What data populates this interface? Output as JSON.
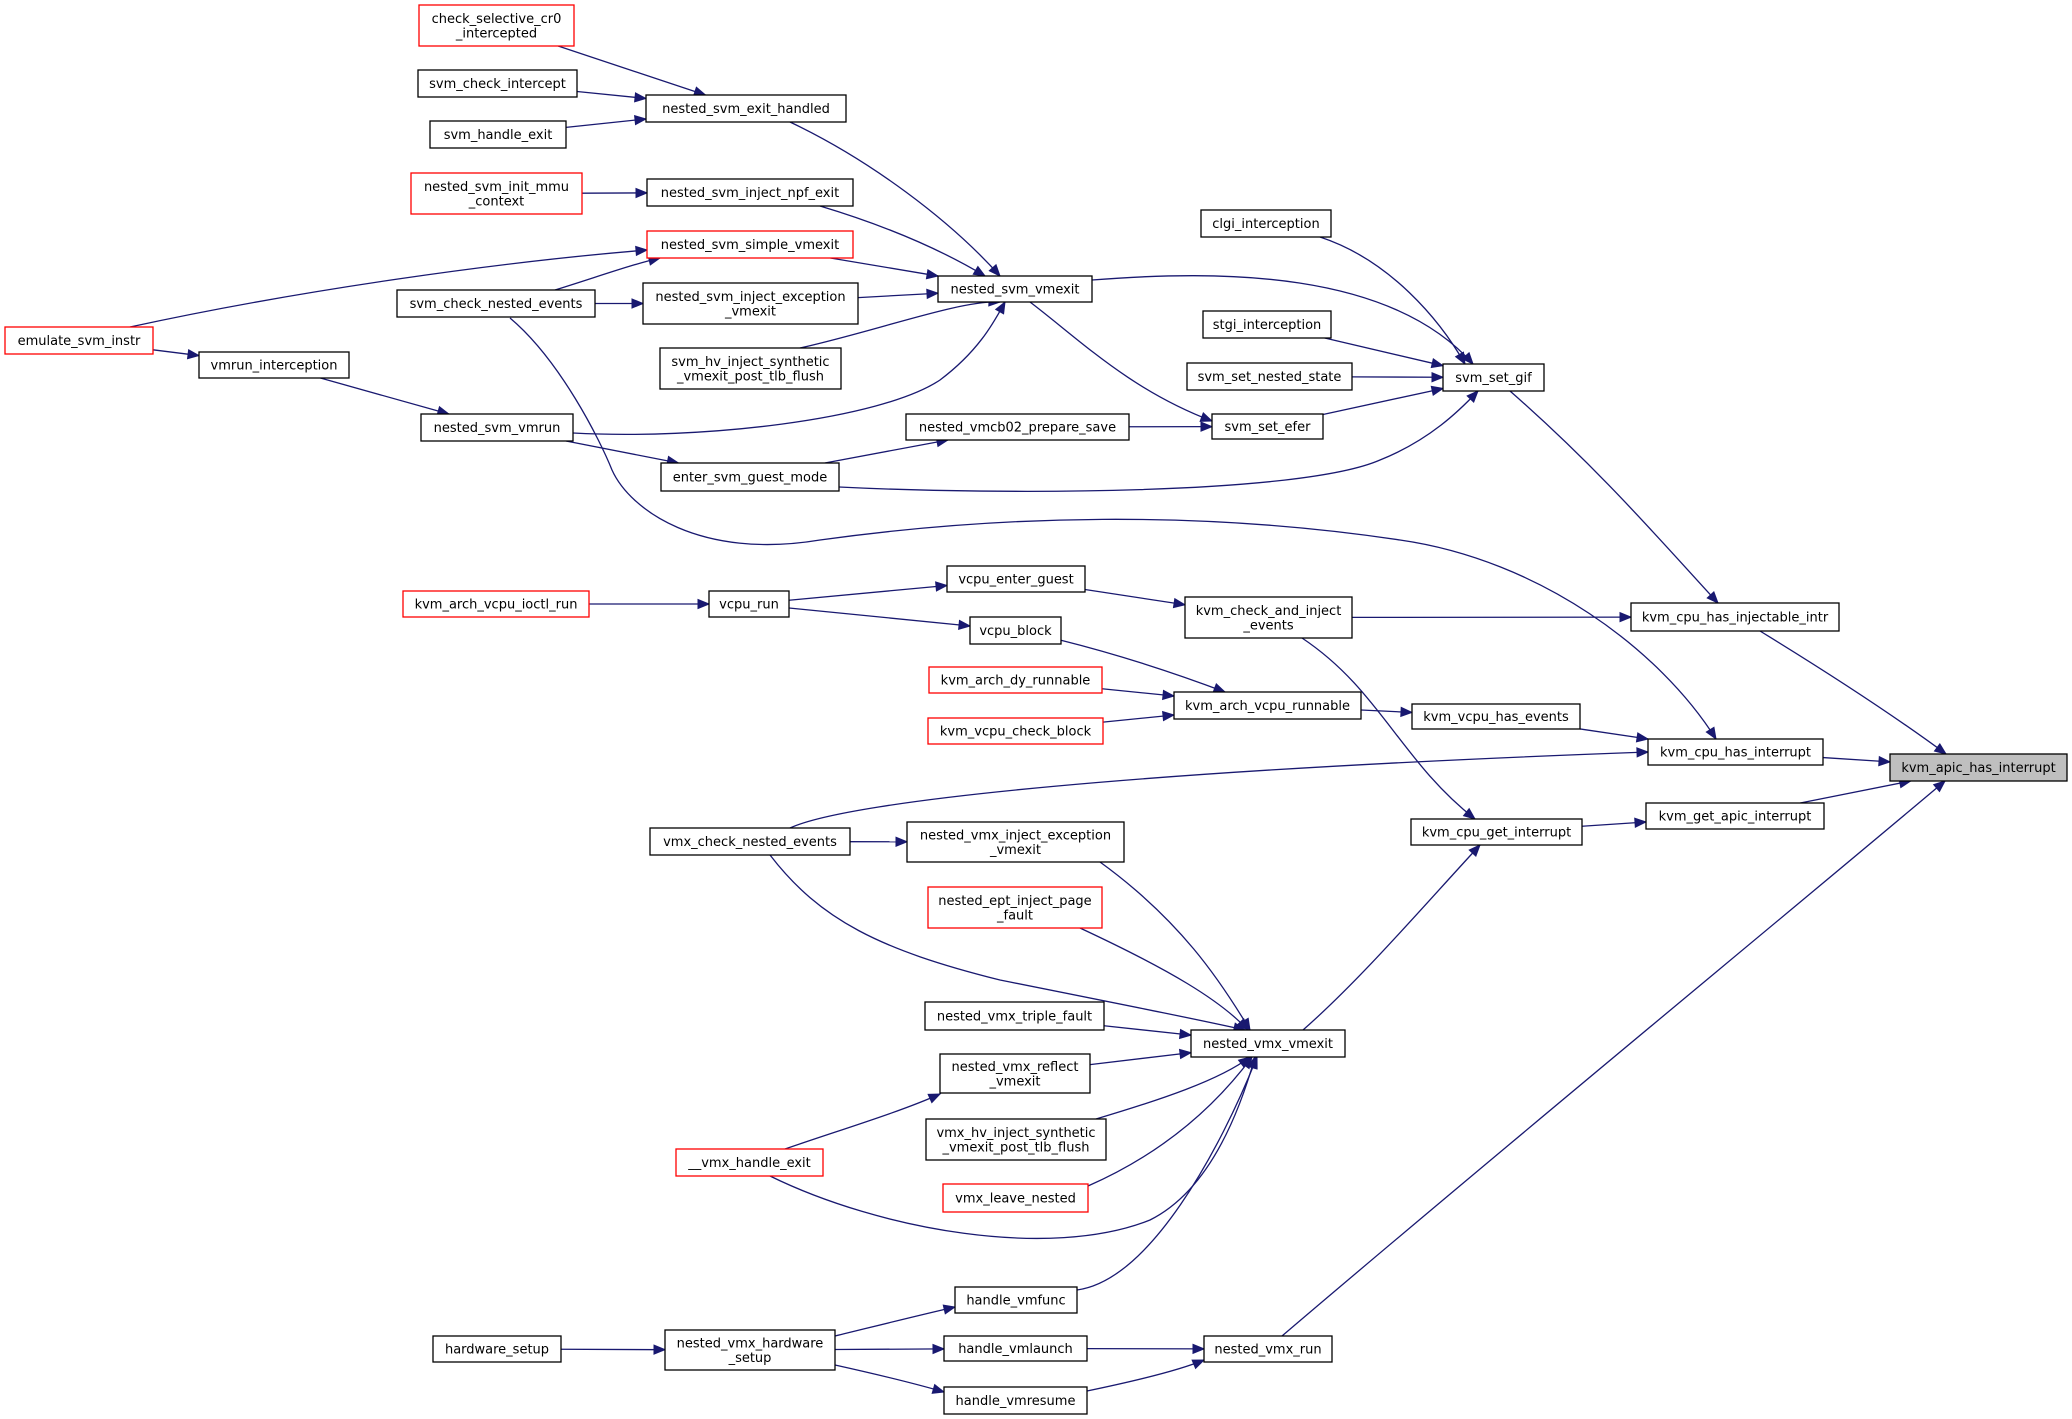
{
  "colors": {
    "edge": "#191970",
    "normal_border": "#000000",
    "red_border": "#ff0000",
    "root_fill": "#bfbfbf"
  },
  "nodes": {
    "root": {
      "lines": [
        "kvm_apic_has_interrupt"
      ],
      "style": "root"
    },
    "kvm_cpu_has_injectable_intr": {
      "lines": [
        "kvm_cpu_has_injectable_intr"
      ],
      "style": "normal"
    },
    "kvm_cpu_has_interrupt": {
      "lines": [
        "kvm_cpu_has_interrupt"
      ],
      "style": "normal"
    },
    "kvm_get_apic_interrupt": {
      "lines": [
        "kvm_get_apic_interrupt"
      ],
      "style": "normal"
    },
    "nested_vmx_run": {
      "lines": [
        "nested_vmx_run"
      ],
      "style": "normal"
    },
    "svm_set_gif": {
      "lines": [
        "svm_set_gif"
      ],
      "style": "normal"
    },
    "kvm_check_and_inject_events": {
      "lines": [
        "kvm_check_and_inject",
        "_events"
      ],
      "style": "normal"
    },
    "kvm_vcpu_has_events": {
      "lines": [
        "kvm_vcpu_has_events"
      ],
      "style": "normal"
    },
    "kvm_cpu_get_interrupt": {
      "lines": [
        "kvm_cpu_get_interrupt"
      ],
      "style": "normal"
    },
    "clgi_interception": {
      "lines": [
        "clgi_interception"
      ],
      "style": "normal"
    },
    "stgi_interception": {
      "lines": [
        "stgi_interception"
      ],
      "style": "normal"
    },
    "svm_set_nested_state": {
      "lines": [
        "svm_set_nested_state"
      ],
      "style": "normal"
    },
    "svm_set_efer": {
      "lines": [
        "svm_set_efer"
      ],
      "style": "normal"
    },
    "nested_svm_vmexit": {
      "lines": [
        "nested_svm_vmexit"
      ],
      "style": "normal"
    },
    "nested_vmcb02_prepare_save": {
      "lines": [
        "nested_vmcb02_prepare_save"
      ],
      "style": "normal"
    },
    "enter_svm_guest_mode": {
      "lines": [
        "enter_svm_guest_mode"
      ],
      "style": "normal"
    },
    "nested_svm_exit_handled": {
      "lines": [
        "nested_svm_exit_handled"
      ],
      "style": "normal"
    },
    "check_selective_cr0": {
      "lines": [
        "check_selective_cr0",
        "_intercepted"
      ],
      "style": "red"
    },
    "svm_check_intercept": {
      "lines": [
        "svm_check_intercept"
      ],
      "style": "normal"
    },
    "svm_handle_exit": {
      "lines": [
        "svm_handle_exit"
      ],
      "style": "normal"
    },
    "nested_svm_inject_npf_exit": {
      "lines": [
        "nested_svm_inject_npf_exit"
      ],
      "style": "normal"
    },
    "nested_svm_init_mmu_context": {
      "lines": [
        "nested_svm_init_mmu",
        "_context"
      ],
      "style": "red"
    },
    "nested_svm_simple_vmexit": {
      "lines": [
        "nested_svm_simple_vmexit"
      ],
      "style": "red"
    },
    "nested_svm_inject_exception_vmexit": {
      "lines": [
        "nested_svm_inject_exception",
        "_vmexit"
      ],
      "style": "normal"
    },
    "svm_hv_inject_synthetic": {
      "lines": [
        "svm_hv_inject_synthetic",
        "_vmexit_post_tlb_flush"
      ],
      "style": "normal"
    },
    "svm_check_nested_events": {
      "lines": [
        "svm_check_nested_events"
      ],
      "style": "normal"
    },
    "emulate_svm_instr": {
      "lines": [
        "emulate_svm_instr"
      ],
      "style": "red"
    },
    "vmrun_interception": {
      "lines": [
        "vmrun_interception"
      ],
      "style": "normal"
    },
    "nested_svm_vmrun": {
      "lines": [
        "nested_svm_vmrun"
      ],
      "style": "normal"
    },
    "vcpu_enter_guest": {
      "lines": [
        "vcpu_enter_guest"
      ],
      "style": "normal"
    },
    "vcpu_run": {
      "lines": [
        "vcpu_run"
      ],
      "style": "normal"
    },
    "kvm_arch_vcpu_ioctl_run": {
      "lines": [
        "kvm_arch_vcpu_ioctl_run"
      ],
      "style": "red"
    },
    "vcpu_block": {
      "lines": [
        "vcpu_block"
      ],
      "style": "normal"
    },
    "kvm_arch_vcpu_runnable": {
      "lines": [
        "kvm_arch_vcpu_runnable"
      ],
      "style": "normal"
    },
    "kvm_arch_dy_runnable": {
      "lines": [
        "kvm_arch_dy_runnable"
      ],
      "style": "red"
    },
    "kvm_vcpu_check_block": {
      "lines": [
        "kvm_vcpu_check_block"
      ],
      "style": "red"
    },
    "vmx_check_nested_events": {
      "lines": [
        "vmx_check_nested_events"
      ],
      "style": "normal"
    },
    "nested_vmx_inject_exception_vmexit": {
      "lines": [
        "nested_vmx_inject_exception",
        "_vmexit"
      ],
      "style": "normal"
    },
    "nested_vmx_vmexit": {
      "lines": [
        "nested_vmx_vmexit"
      ],
      "style": "normal"
    },
    "nested_ept_inject_page_fault": {
      "lines": [
        "nested_ept_inject_page",
        "_fault"
      ],
      "style": "red"
    },
    "nested_vmx_triple_fault": {
      "lines": [
        "nested_vmx_triple_fault"
      ],
      "style": "normal"
    },
    "nested_vmx_reflect_vmexit": {
      "lines": [
        "nested_vmx_reflect",
        "_vmexit"
      ],
      "style": "normal"
    },
    "vmx_hv_inject_synthetic": {
      "lines": [
        "vmx_hv_inject_synthetic",
        "_vmexit_post_tlb_flush"
      ],
      "style": "normal"
    },
    "vmx_leave_nested": {
      "lines": [
        "vmx_leave_nested"
      ],
      "style": "red"
    },
    "vmx_handle_exit": {
      "lines": [
        "__vmx_handle_exit"
      ],
      "style": "red"
    },
    "handle_vmfunc": {
      "lines": [
        "handle_vmfunc"
      ],
      "style": "normal"
    },
    "handle_vmlaunch": {
      "lines": [
        "handle_vmlaunch"
      ],
      "style": "normal"
    },
    "handle_vmresume": {
      "lines": [
        "handle_vmresume"
      ],
      "style": "normal"
    },
    "nested_vmx_hardware_setup": {
      "lines": [
        "nested_vmx_hardware",
        "_setup"
      ],
      "style": "normal"
    },
    "hardware_setup": {
      "lines": [
        "hardware_setup"
      ],
      "style": "normal"
    }
  },
  "edges": [
    [
      "kvm_cpu_has_injectable_intr",
      "root"
    ],
    [
      "kvm_cpu_has_interrupt",
      "root"
    ],
    [
      "kvm_get_apic_interrupt",
      "root"
    ],
    [
      "nested_vmx_run",
      "root"
    ],
    [
      "svm_set_gif",
      "kvm_cpu_has_injectable_intr"
    ],
    [
      "kvm_check_and_inject_events",
      "kvm_cpu_has_injectable_intr"
    ],
    [
      "kvm_vcpu_has_events",
      "kvm_cpu_has_interrupt"
    ],
    [
      "svm_check_nested_events",
      "kvm_cpu_has_interrupt"
    ],
    [
      "vmx_check_nested_events",
      "kvm_cpu_has_interrupt"
    ],
    [
      "kvm_cpu_get_interrupt",
      "kvm_get_apic_interrupt"
    ],
    [
      "handle_vmlaunch",
      "nested_vmx_run"
    ],
    [
      "handle_vmresume",
      "nested_vmx_run"
    ],
    [
      "clgi_interception",
      "svm_set_gif"
    ],
    [
      "stgi_interception",
      "svm_set_gif"
    ],
    [
      "svm_set_nested_state",
      "svm_set_gif"
    ],
    [
      "svm_set_efer",
      "svm_set_gif"
    ],
    [
      "nested_svm_vmexit",
      "svm_set_gif"
    ],
    [
      "enter_svm_guest_mode",
      "svm_set_gif"
    ],
    [
      "vcpu_enter_guest",
      "kvm_check_and_inject_events"
    ],
    [
      "kvm_arch_vcpu_runnable",
      "kvm_vcpu_has_events"
    ],
    [
      "kvm_check_and_inject_events",
      "kvm_cpu_get_interrupt"
    ],
    [
      "nested_vmx_vmexit",
      "kvm_cpu_get_interrupt"
    ],
    [
      "nested_vmcb02_prepare_save",
      "svm_set_efer"
    ],
    [
      "nested_svm_vmexit",
      "svm_set_efer"
    ],
    [
      "nested_svm_exit_handled",
      "nested_svm_vmexit"
    ],
    [
      "nested_svm_inject_npf_exit",
      "nested_svm_vmexit"
    ],
    [
      "nested_svm_simple_vmexit",
      "nested_svm_vmexit"
    ],
    [
      "nested_svm_inject_exception_vmexit",
      "nested_svm_vmexit"
    ],
    [
      "svm_hv_inject_synthetic",
      "nested_svm_vmexit"
    ],
    [
      "nested_svm_vmrun",
      "nested_svm_vmexit"
    ],
    [
      "enter_svm_guest_mode",
      "nested_vmcb02_prepare_save"
    ],
    [
      "nested_svm_vmrun",
      "enter_svm_guest_mode"
    ],
    [
      "check_selective_cr0",
      "nested_svm_exit_handled"
    ],
    [
      "svm_check_intercept",
      "nested_svm_exit_handled"
    ],
    [
      "svm_handle_exit",
      "nested_svm_exit_handled"
    ],
    [
      "nested_svm_init_mmu_context",
      "nested_svm_inject_npf_exit"
    ],
    [
      "svm_check_nested_events",
      "nested_svm_simple_vmexit"
    ],
    [
      "emulate_svm_instr",
      "nested_svm_simple_vmexit"
    ],
    [
      "svm_check_nested_events",
      "nested_svm_inject_exception_vmexit"
    ],
    [
      "vmrun_interception",
      "nested_svm_vmrun"
    ],
    [
      "emulate_svm_instr",
      "vmrun_interception"
    ],
    [
      "vcpu_run",
      "vcpu_enter_guest"
    ],
    [
      "vcpu_run",
      "vcpu_block"
    ],
    [
      "kvm_arch_vcpu_ioctl_run",
      "vcpu_run"
    ],
    [
      "vcpu_block",
      "kvm_arch_vcpu_runnable"
    ],
    [
      "kvm_arch_dy_runnable",
      "kvm_arch_vcpu_runnable"
    ],
    [
      "kvm_vcpu_check_block",
      "kvm_arch_vcpu_runnable"
    ],
    [
      "vmx_check_nested_events",
      "nested_vmx_inject_exception_vmexit"
    ],
    [
      "nested_vmx_inject_exception_vmexit",
      "nested_vmx_vmexit"
    ],
    [
      "vmx_check_nested_events",
      "nested_vmx_vmexit"
    ],
    [
      "nested_ept_inject_page_fault",
      "nested_vmx_vmexit"
    ],
    [
      "nested_vmx_triple_fault",
      "nested_vmx_vmexit"
    ],
    [
      "nested_vmx_reflect_vmexit",
      "nested_vmx_vmexit"
    ],
    [
      "vmx_hv_inject_synthetic",
      "nested_vmx_vmexit"
    ],
    [
      "vmx_leave_nested",
      "nested_vmx_vmexit"
    ],
    [
      "vmx_handle_exit",
      "nested_vmx_vmexit"
    ],
    [
      "handle_vmfunc",
      "nested_vmx_vmexit"
    ],
    [
      "vmx_handle_exit",
      "nested_vmx_reflect_vmexit"
    ],
    [
      "nested_vmx_hardware_setup",
      "handle_vmfunc"
    ],
    [
      "nested_vmx_hardware_setup",
      "handle_vmlaunch"
    ],
    [
      "nested_vmx_hardware_setup",
      "handle_vmresume"
    ],
    [
      "hardware_setup",
      "nested_vmx_hardware_setup"
    ]
  ]
}
